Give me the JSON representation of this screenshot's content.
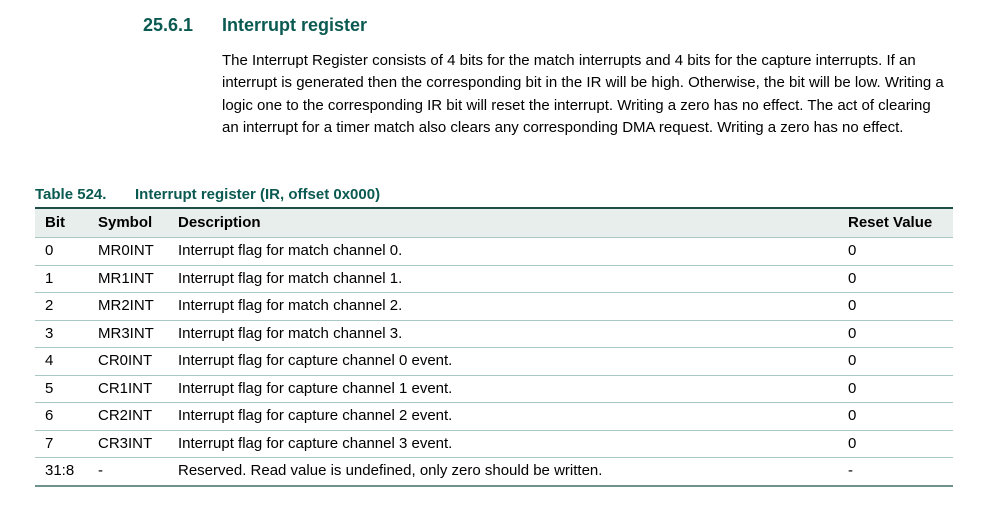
{
  "document": {
    "section": {
      "number": "25.6.1",
      "title": "Interrupt register"
    },
    "paragraph": "The Interrupt Register consists of 4 bits for the match interrupts and 4 bits for the capture interrupts. If an interrupt is generated then the corresponding bit in the IR will be high. Otherwise, the bit will be low. Writing a logic one to the corresponding IR bit will reset the interrupt. Writing a zero has no effect. The act of clearing an interrupt for a timer match also clears any corresponding DMA request. Writing a zero has no effect.",
    "table": {
      "caption_label": "Table 524.",
      "caption_title": "Interrupt register (IR, offset 0x000)",
      "columns": [
        "Bit",
        "Symbol",
        "Description",
        "Reset Value"
      ],
      "rows": [
        {
          "bit": "0",
          "symbol": "MR0INT",
          "description": "Interrupt flag for match channel 0.",
          "reset": "0"
        },
        {
          "bit": "1",
          "symbol": "MR1INT",
          "description": "Interrupt flag for match channel 1.",
          "reset": "0"
        },
        {
          "bit": "2",
          "symbol": "MR2INT",
          "description": "Interrupt flag for match channel 2.",
          "reset": "0"
        },
        {
          "bit": "3",
          "symbol": "MR3INT",
          "description": "Interrupt flag for match channel 3.",
          "reset": "0"
        },
        {
          "bit": "4",
          "symbol": "CR0INT",
          "description": "Interrupt flag for capture channel 0 event.",
          "reset": "0"
        },
        {
          "bit": "5",
          "symbol": "CR1INT",
          "description": "Interrupt flag for capture channel 1 event.",
          "reset": "0"
        },
        {
          "bit": "6",
          "symbol": "CR2INT",
          "description": "Interrupt flag for capture channel 2 event.",
          "reset": "0"
        },
        {
          "bit": "7",
          "symbol": "CR3INT",
          "description": "Interrupt flag for capture channel 3 event.",
          "reset": "0"
        },
        {
          "bit": "31:8",
          "symbol": "-",
          "description": "Reserved. Read value is undefined, only zero should be written.",
          "reset": "-"
        }
      ]
    },
    "colors": {
      "accent_teal": "#0B5A52",
      "table_top_border": "#1F4E49",
      "header_background": "#E8EEEC",
      "row_divider": "#A9C7C3",
      "table_bottom_border": "#6E938E"
    }
  }
}
